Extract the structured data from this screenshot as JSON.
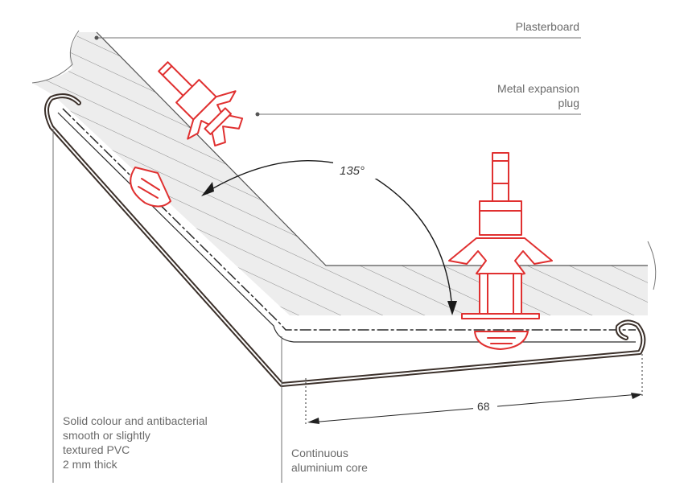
{
  "labels": {
    "plasterboard": "Plasterboard",
    "plug_line1": "Metal expansion",
    "plug_line2": "plug",
    "angle": "135°",
    "dimension": "68",
    "pvc_line1": "Solid colour and antibacterial",
    "pvc_line2": "smooth or slightly",
    "pvc_line3": "textured PVC",
    "pvc_line4": "2 mm thick",
    "core_line1": "Continuous",
    "core_line2": "aluminium core"
  },
  "colors": {
    "plug": "#e03030",
    "profile": "#3b302a",
    "plasterboard_fill": "#ededed",
    "hatch": "#8a8a8a",
    "leader": "#707070"
  }
}
